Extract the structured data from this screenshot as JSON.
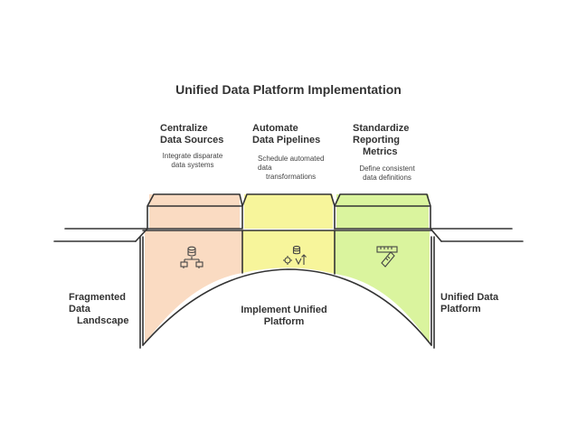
{
  "title": "Unified Data Platform Implementation",
  "steps": [
    {
      "heading": [
        "Centralize",
        "Data Sources"
      ],
      "description": [
        "Integrate disparate",
        "data systems"
      ],
      "icon": "database-network-icon",
      "color": "#f8cfae"
    },
    {
      "heading": [
        "Automate",
        "Data Pipelines"
      ],
      "description": [
        "Schedule automated",
        "data",
        "transformations"
      ],
      "icon": "database-gear-icon",
      "color": "#f4f27a"
    },
    {
      "heading": [
        "Standardize",
        "Reporting",
        "Metrics"
      ],
      "description": [
        "Define consistent",
        "data definitions"
      ],
      "icon": "ruler-icon",
      "color": "#cdf07e"
    }
  ],
  "left_label": [
    "Fragmented",
    "Data",
    "Landscape"
  ],
  "right_label": [
    "Unified Data",
    "Platform"
  ],
  "center_label": [
    "Implement Unified",
    "Platform"
  ]
}
